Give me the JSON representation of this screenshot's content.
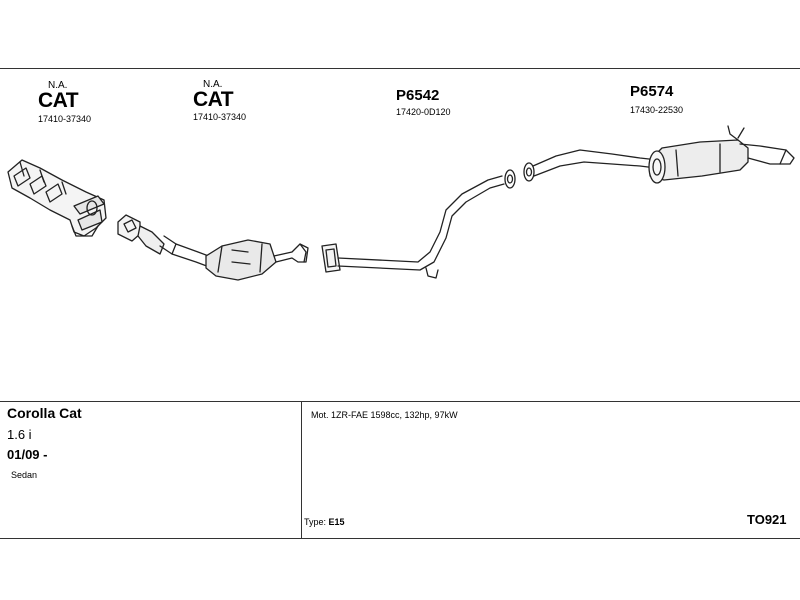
{
  "components": [
    {
      "na": "N.A.",
      "label": "CAT",
      "part_no": "17410-37340"
    },
    {
      "na": "N.A.",
      "label": "CAT",
      "part_no": "17410-37340"
    },
    {
      "label": "P6542",
      "part_no": "17420-0D120"
    },
    {
      "label": "P6574",
      "part_no": "17430-22530"
    }
  ],
  "vehicle": {
    "model": "Corolla Cat",
    "engine": "1.6 i",
    "years": "01/09 -",
    "body": "Sedan"
  },
  "spec": {
    "motor": "Mot. 1ZR-FAE 1598cc, 132hp, 97kW",
    "type_label": "Type:",
    "type_value": "E15"
  },
  "code": "TO921"
}
